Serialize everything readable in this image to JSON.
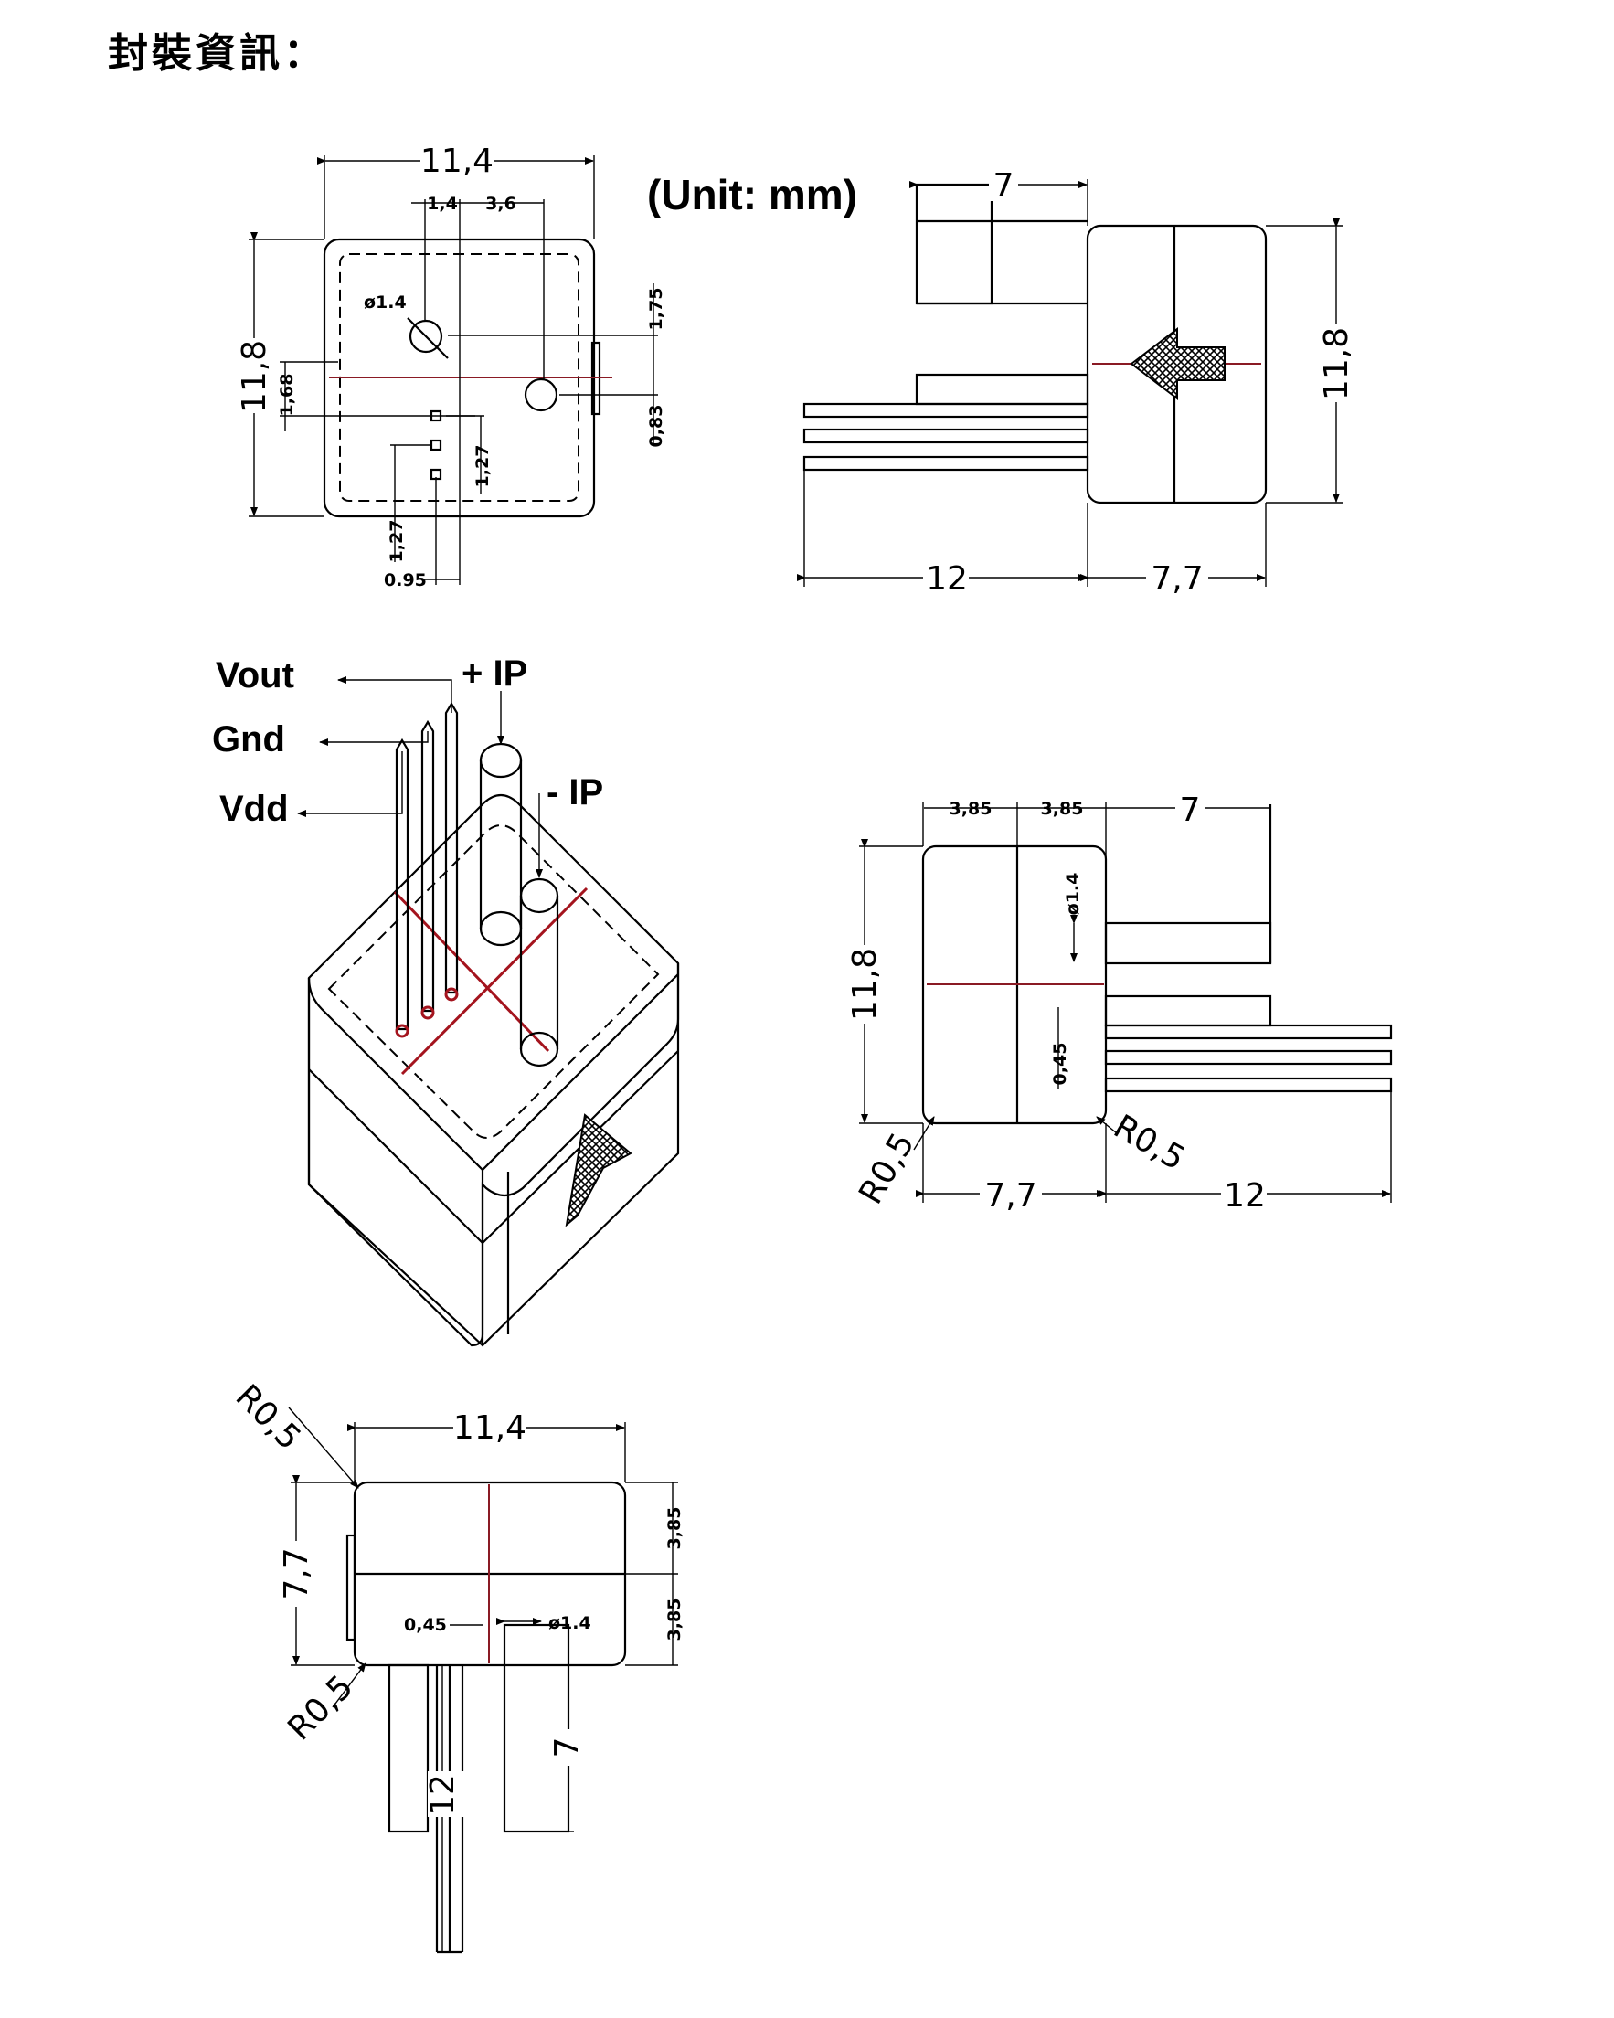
{
  "heading": "封裝資訊：",
  "unit_label": "(Unit: mm)",
  "top_view": {
    "width": "11,4",
    "pin_dx1": "1,4",
    "pin_dx2": "3,6",
    "hole_dia": "ø1.4",
    "height": "11,8",
    "off_168": "1,68",
    "off_175": "1,75",
    "off_083": "0,83",
    "pitch_a": "1,27",
    "pitch_b": "1,27",
    "pin_095": "0.95"
  },
  "side_view_right": {
    "lead_7": "7",
    "height": "11,8",
    "lead_12": "12",
    "body_77": "7,7"
  },
  "iso_view": {
    "vout": "Vout",
    "gnd": "Gnd",
    "vdd": "Vdd",
    "ip_plus": "+ IP",
    "ip_minus": "- IP"
  },
  "side_view_mid": {
    "half_a": "3,85",
    "half_b": "3,85",
    "lead_7": "7",
    "height": "11,8",
    "dia": "ø1.4",
    "pin_045": "0,45",
    "r_left": "R0,5",
    "r_right": "R0,5",
    "body_77": "7,7",
    "lead_12": "12"
  },
  "bottom_view": {
    "r_top": "R0,5",
    "width": "11,4",
    "height": "7,7",
    "half_a": "3,85",
    "half_b": "3,85",
    "pin_045": "0,45",
    "dia": "ø1.4",
    "r_bottom": "R0,5",
    "lead_7": "7",
    "lead_12": "12"
  }
}
